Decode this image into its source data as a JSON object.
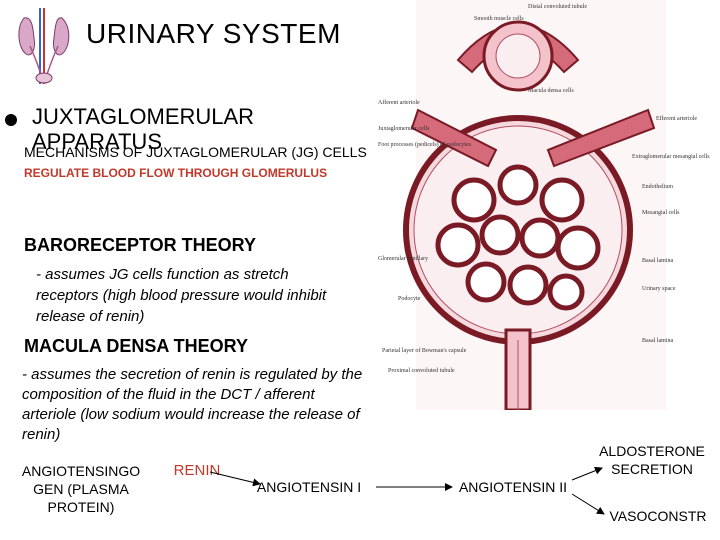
{
  "title": "URINARY SYSTEM",
  "section": {
    "heading": "JUXTAGLOMERULAR APPARATUS",
    "mechanism": "MECHANISMS OF JUXTAGLOMERULAR (JG) CELLS",
    "regulate": "REGULATE BLOOD FLOW THROUGH GLOMERULUS"
  },
  "baroreceptor": {
    "heading": "BARORECEPTOR THEORY",
    "text": "- assumes JG cells function as stretch receptors  (high blood pressure would inhibit release of renin)"
  },
  "macula": {
    "heading": "MACULA DENSA THEORY",
    "text": "- assumes the secretion of renin is regulated by the composition of the fluid in the DCT / afferent arteriole                  (low sodium would increase the release of renin)"
  },
  "flow": {
    "angiotensinogen": "ANGIOTENSINGO GEN (PLASMA PROTEIN)",
    "renin": "RENIN",
    "angiotensin1": "ANGIOTENSIN I",
    "angiotensin2": "ANGIOTENSIN II",
    "aldosterone": "ALDOSTERONE SECRETION",
    "vasoconstr": "VASOCONSTR"
  },
  "diagram_labels": {
    "distal": "Distal convoluted tubule",
    "smooth": "Smooth muscle cells",
    "macula": "Macula densa cells",
    "afferent": "Afferent arteriole",
    "efferent": "Efferent arteriole",
    "jg": "Juxtaglomerular cells",
    "foot": "Foot processes (pedicels) of podocytes",
    "mesangial": "Extraglomerular mesangial cells",
    "endothelium": "Endothelium",
    "mesangial_cells": "Mesangial cells",
    "capillary": "Glomerular capillary",
    "basal": "Basal lamina",
    "podocyte": "Podocyte",
    "urinary": "Urinary space",
    "parietal": "Parietal layer of Bowman's capsule",
    "basal2": "Basal lamina",
    "proximal": "Proximal convoluted tubule"
  },
  "colors": {
    "renin": "#c0392b",
    "regulate": "#c0392b",
    "capillary": "#e8a0a8",
    "tubule": "#7a1a24"
  }
}
